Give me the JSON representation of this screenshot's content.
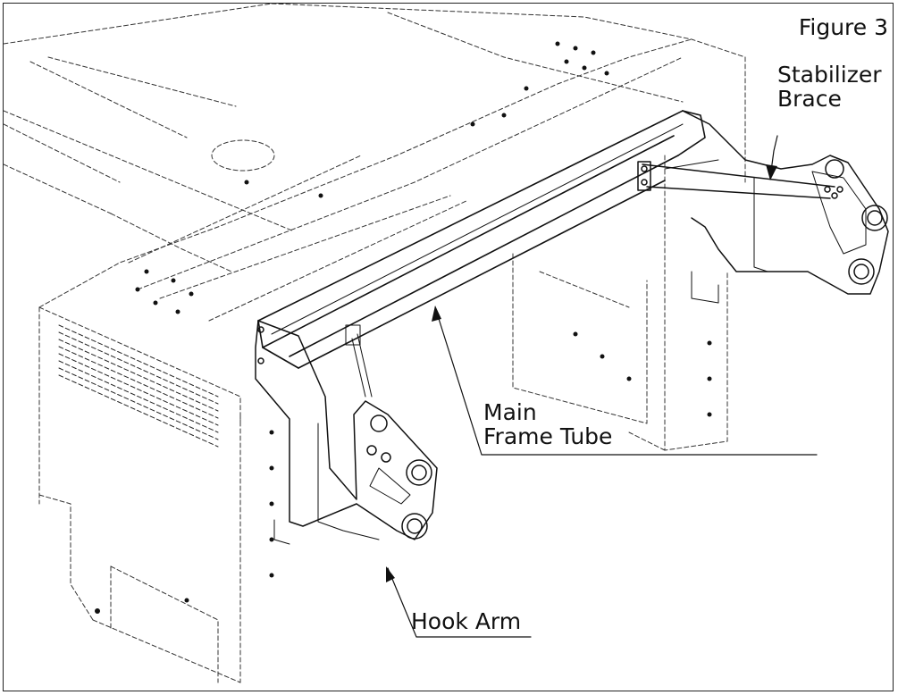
{
  "figure": {
    "number": "Figure 3"
  },
  "callouts": {
    "stabilizer_brace": [
      "Stabilizer",
      "Brace"
    ],
    "main_frame_tube": [
      "Main",
      "Frame Tube"
    ],
    "hook_arm": [
      "Hook Arm"
    ]
  },
  "colors": {
    "line": "#111111",
    "hidden_line": "#333333",
    "background": "#ffffff"
  }
}
